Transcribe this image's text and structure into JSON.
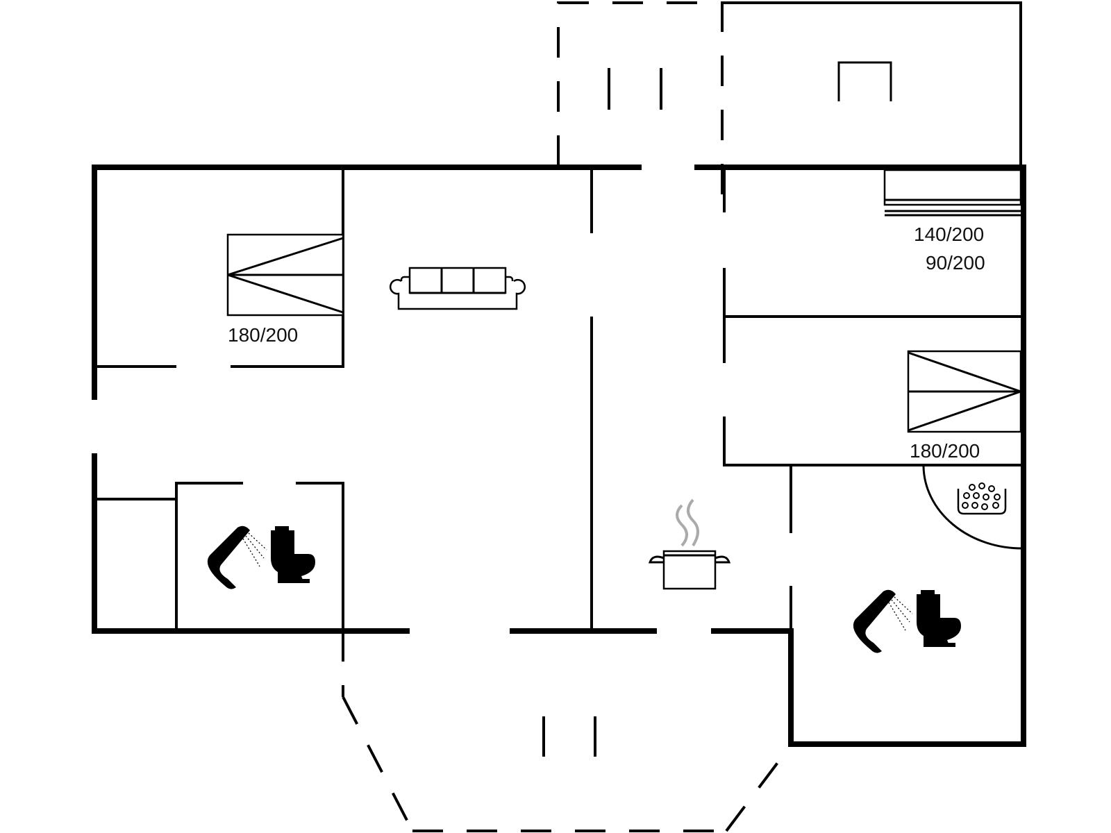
{
  "floorplan": {
    "bed_labels": {
      "bedroom_left": "180/200",
      "bedroom_top_right_a": "140/200",
      "bedroom_top_right_b": "90/200",
      "bedroom_mid_right": "180/200"
    }
  }
}
